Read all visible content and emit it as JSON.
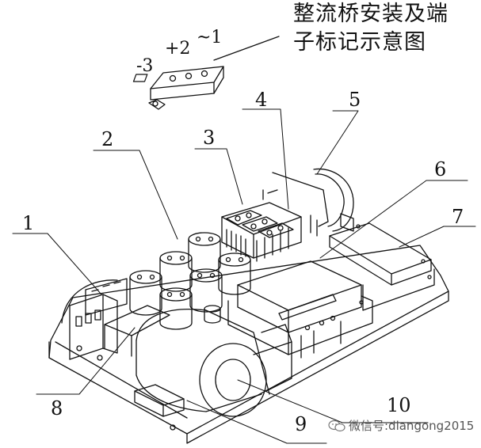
{
  "title_line1": "整流桥安装及端",
  "title_line2": "子标记示意图",
  "terminal_marks": {
    "t1": "~1",
    "t2": "+2",
    "t3": "-3"
  },
  "callouts": [
    "1",
    "2",
    "3",
    "4",
    "5",
    "6",
    "7",
    "8",
    "9",
    "10"
  ],
  "watermark": "微信号:dlangong2015"
}
